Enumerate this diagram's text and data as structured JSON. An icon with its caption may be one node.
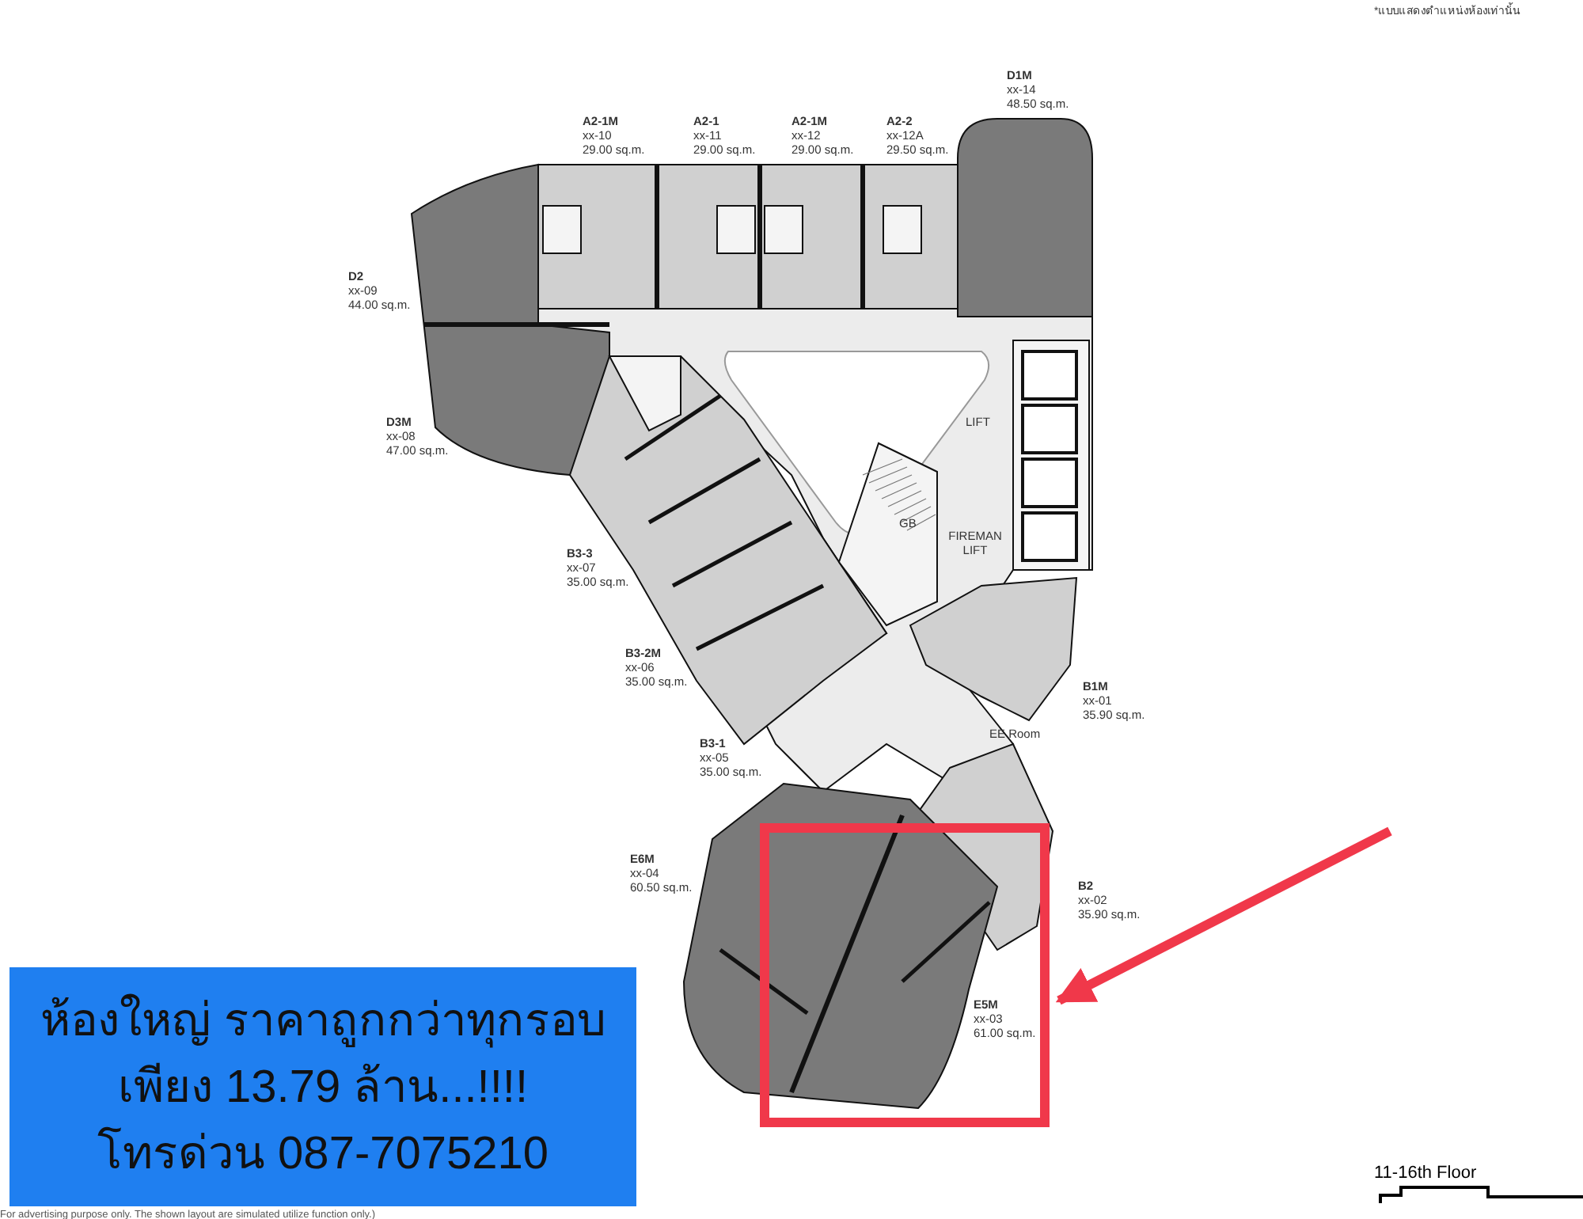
{
  "diagram": {
    "nodes": [
      {
        "text": [
          "ห้องใหญ่ ราคาถูกกว่าทุกรอบ",
          "เพียง 13.79 ล้าน...!!!!",
          "โทรด่วน 087-7075210"
        ]
      },
      {
        "text": [],
        "shape": "box"
      }
    ],
    "edges": [
      {
        "from": null,
        "to": 1,
        "arrow": "to"
      }
    ],
    "labels": [
      "*แบบแสดงตำแหน่งห้องเท่านั้น",
      "D1M",
      "xx-14",
      "48.50 sq.m.",
      "A2-1M",
      "xx-10",
      "29.00 sq.m.",
      "A2-1",
      "xx-11",
      "29.00 sq.m.",
      "A2-1M",
      "xx-12",
      "29.00 sq.m.",
      "A2-2",
      "xx-12A",
      "29.50 sq.m.",
      "D2",
      "xx-09",
      "44.00 sq.m.",
      "D3M",
      "xx-08",
      "47.00 sq.m.",
      "LIFT",
      "GB",
      "FIREMAN LIFT",
      "B3-3",
      "xx-07",
      "35.00 sq.m.",
      "B3-2M",
      "xx-06",
      "35.00 sq.m.",
      "B1M",
      "xx-01",
      "35.90 sq.m.",
      "B3-1",
      "xx-05",
      "35.00 sq.m.",
      "EE Room",
      "E6M",
      "xx-04",
      "60.50 sq.m.",
      "B2",
      "xx-02",
      "35.90 sq.m.",
      "E5M",
      "xx-03",
      "61.00 sq.m.",
      "For advertising purpose only. The shown layout are simulated utilize function only.)",
      "11-16th Floor"
    ]
  }
}
